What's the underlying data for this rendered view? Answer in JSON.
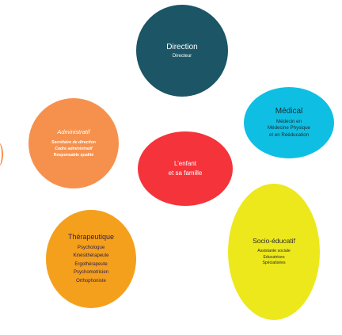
{
  "direction": {
    "title": "Direction",
    "lines": [
      "Directeur"
    ]
  },
  "administratif": {
    "title": "Administratif",
    "lines": [
      "Secrétaire de direction",
      "Cadre administratif",
      "Responsable qualité"
    ]
  },
  "medical": {
    "title": "Médical",
    "lines": [
      "Médecin  en",
      "Médecine Physique",
      "et en Rééducation"
    ]
  },
  "enfant": {
    "lines": [
      "L’enfant",
      "et sa famille"
    ]
  },
  "therapeutique": {
    "title": "Thérapeutique",
    "lines": [
      "Psychologue",
      "Kinésithérapeute",
      "Ergothérapeute",
      "Psychomotricien",
      "Orthophoniste"
    ]
  },
  "socio": {
    "title": "Socio-éducatif",
    "lines": [
      "Assistante sociale",
      "Educatrices",
      "Spécialisées"
    ]
  },
  "colors": {
    "direction": "#1b5566",
    "administratif": "#f6914d",
    "medical": "#0fbfe3",
    "enfant": "#f5333a",
    "therapeutique": "#f4a01d",
    "socio": "#ece81c"
  }
}
